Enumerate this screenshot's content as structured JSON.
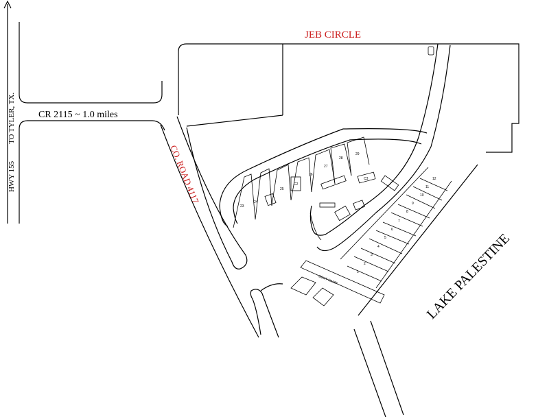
{
  "labels": {
    "jeb_circle": "JEB CIRCLE",
    "co_road": "CO. ROAD 4117",
    "cr_distance": "CR 2115 ~ 1.0 miles",
    "hwy": "HWY 155",
    "to_tyler": "TO TYLER, TX.",
    "lake": "LAKE PALESTINE",
    "boat_ramp": "BOAT RAMP"
  },
  "lots": {
    "upper_row": [
      "23",
      "24",
      "25",
      "C2",
      "26",
      "27",
      "28",
      "29"
    ],
    "right_row": [
      "1",
      "2",
      "3",
      "4",
      "5",
      "6",
      "7",
      "8",
      "9",
      "10",
      "11",
      "12"
    ],
    "misc": [
      "C3"
    ]
  },
  "colors": {
    "road_label": "#cc1f1f",
    "lines": "#000000"
  }
}
